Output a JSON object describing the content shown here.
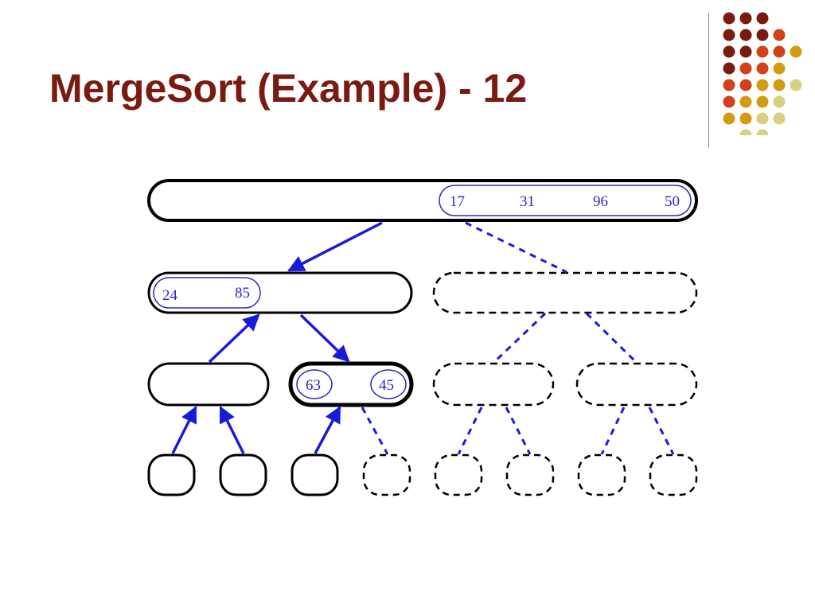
{
  "title": "MergeSort (Example) - 12",
  "colors": {
    "title": "#7a1a10",
    "node_stroke": "#000000",
    "arrow": "#1a1adc",
    "numbers": "#2a2ac8",
    "divider": "#8a8a8a",
    "dot_palette": [
      "#7a1a10",
      "#d2401a",
      "#d39c10",
      "#d6d080"
    ]
  },
  "logo": {
    "icon": "dot-grid-logo",
    "rows": [
      [
        "#7a1a10",
        "#7a1a10",
        "#7a1a10"
      ],
      [
        "#7a1a10",
        "#7a1a10",
        "#7a1a10",
        "#d2401a"
      ],
      [
        "#7a1a10",
        "#7a1a10",
        "#d2401a",
        "#d2401a",
        "#d39c10"
      ],
      [
        "#7a1a10",
        "#d2401a",
        "#d2401a",
        "#d39c10"
      ],
      [
        "#d2401a",
        "#d2401a",
        "#d39c10",
        "#d39c10",
        "#d6d080"
      ],
      [
        "#d2401a",
        "#d39c10",
        "#d39c10",
        "#d6d080"
      ],
      [
        "#d39c10",
        "#d39c10",
        "#d6d080",
        "#d6d080"
      ],
      [
        "#d6d080",
        "#d6d080"
      ]
    ]
  },
  "tree": {
    "root": {
      "values": [
        "17",
        "31",
        "96",
        "50"
      ]
    },
    "level1_left": {
      "values": [
        "24",
        "85"
      ]
    },
    "level2_second": {
      "values": [
        "63",
        "45"
      ]
    }
  }
}
